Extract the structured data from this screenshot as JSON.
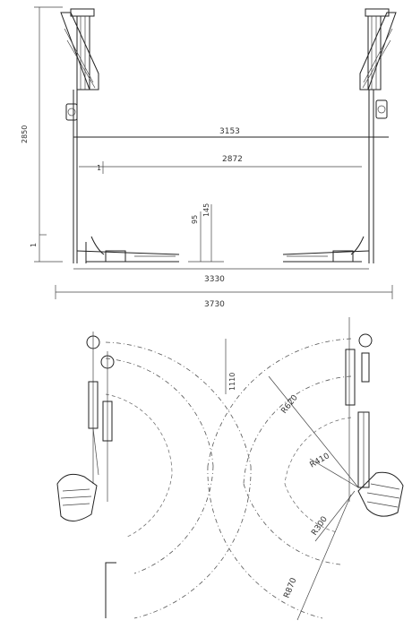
{
  "front_view": {
    "dim_overall_width": "3730",
    "dim_top_span": "3153",
    "dim_inner_span": "2872",
    "dim_height": "2850",
    "dim_base_width": "3330",
    "dim_arm_height_1": "95",
    "dim_arm_height_2": "145",
    "dim_left_small": "1",
    "dim_arm_marker": "1"
  },
  "top_view": {
    "dim_radius_large": "R870",
    "dim_radius_mid": "R620",
    "dim_radius_small": "R410",
    "dim_radius_arm": "R300",
    "dim_vertical_note": "1110"
  }
}
